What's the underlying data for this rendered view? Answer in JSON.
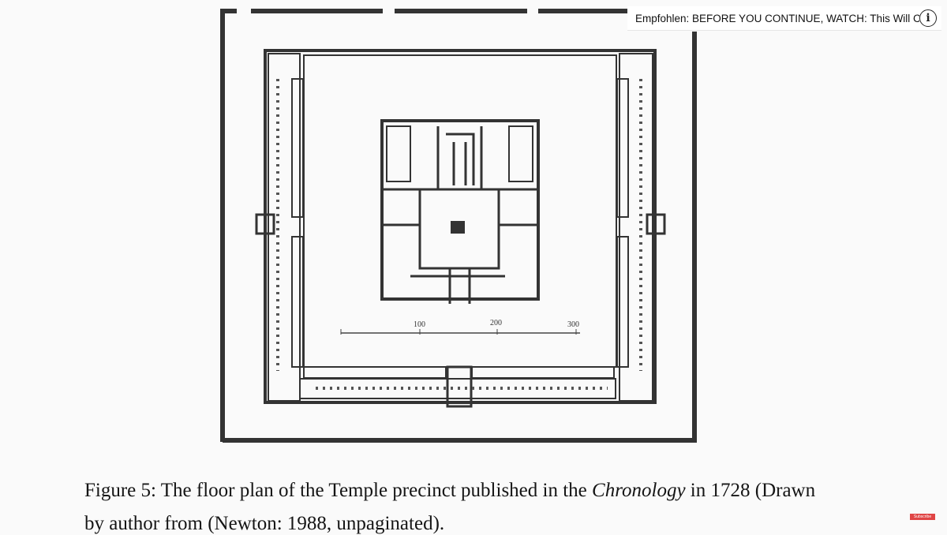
{
  "recommendation": {
    "text": "Empfohlen: BEFORE YOU CONTINUE, WATCH: This Will Change H...",
    "icon": "info-icon"
  },
  "figure": {
    "scale_labels": [
      "100",
      "200",
      "300"
    ],
    "caption_line1_a": "Figure 5: The floor plan of the Temple precinct published in the ",
    "caption_line1_italic": "Chronology",
    "caption_line1_b": " in 1728 (Drawn",
    "caption_line2": "by author from (Newton: 1988, unpaginated)."
  },
  "subscribe": {
    "label": "Subscribe"
  }
}
